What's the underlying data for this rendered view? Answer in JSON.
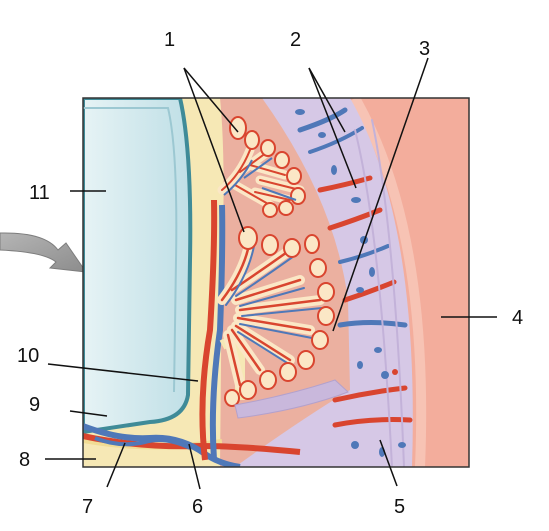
{
  "labels": [
    "1",
    "2",
    "3",
    "4",
    "5",
    "6",
    "7",
    "8",
    "9",
    "10",
    "11"
  ],
  "colors": {
    "background": "#ffffff",
    "cavity": "#c9e4ea",
    "cavity_light": "#e3f2f4",
    "cavity_wall": "#3f8b98",
    "yellow_layer": "#f6e8b5",
    "pink_layer": "#ebb0a0",
    "purple_layer": "#d6c8e6",
    "salmon_outer": "#f3ad9c",
    "artery": "#d9452f",
    "vein": "#4f78b8",
    "label_line": "#111111"
  }
}
